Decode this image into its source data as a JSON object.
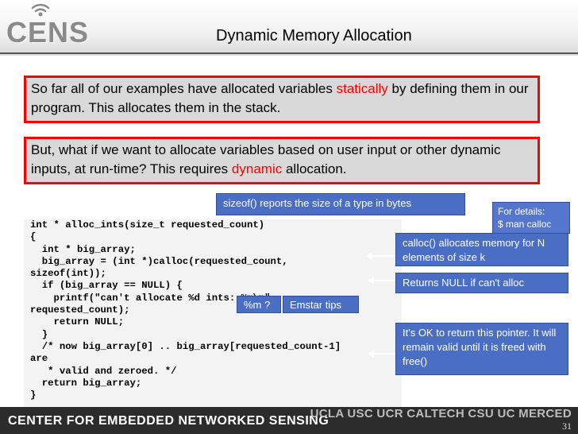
{
  "header": {
    "logo_text": "CENS",
    "title": "Dynamic Memory Allocation"
  },
  "boxes": {
    "box1": {
      "text_before": "So far all of our examples have allocated variables ",
      "accent": "statically",
      "text_after": " by defining them in our program.  This allocates them in the stack."
    },
    "box2": {
      "text_before": "But, what if we want to allocate variables based on user input or other dynamic inputs, at run-time?  This requires ",
      "accent": "dynamic",
      "text_after": " allocation."
    }
  },
  "code": {
    "line1": "int * alloc_ints(size_t requested_count)",
    "line2": "{",
    "line3": "  int * big_array;",
    "line4": "  big_array = (int *)calloc(requested_count,",
    "line5": "sizeof(int));",
    "line6": "  if (big_array == NULL) {",
    "line7": "    printf(\"can't allocate %d ints: %m\\n\",",
    "line8": "requested_count);",
    "line9": "    return NULL;",
    "line10": "  }",
    "line11": "",
    "line12": "  /* now big_array[0] .. big_array[requested_count-1]",
    "line13": "are",
    "line14": "   * valid and zeroed. */",
    "line15": "  return big_array;",
    "line16": "}"
  },
  "callouts": {
    "sizeof": "sizeof() reports the size of a type in bytes",
    "details_line1": "For details:",
    "details_line2": "$ man calloc",
    "calloc": "calloc() allocates memory for N elements of size k",
    "returns_null": "Returns NULL if can't alloc",
    "ok_return": "It's OK to return this pointer. It will remain valid until it is freed with free()",
    "percent_m": "%m ?",
    "emstar": "Emstar tips"
  },
  "footer": {
    "left": "CENTER FOR EMBEDDED NETWORKED SENSING",
    "right": "UCLA  USC  UCR  CALTECH  CSU  UC MERCED",
    "page_number": "31"
  }
}
